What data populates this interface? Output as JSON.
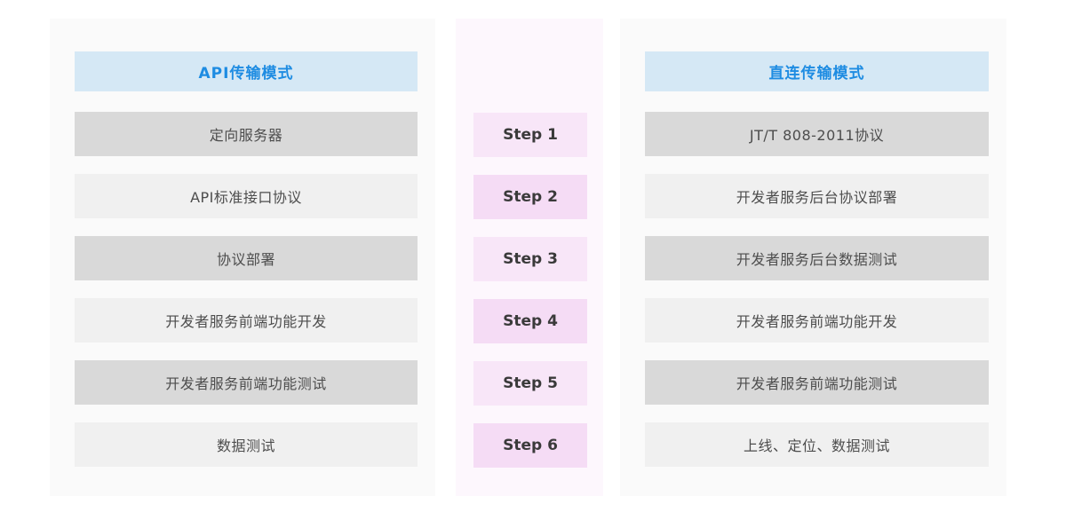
{
  "diagram": {
    "left": {
      "title": "API传输模式",
      "rows": [
        "定向服务器",
        "API标准接口协议",
        "协议部署",
        "开发者服务前端功能开发",
        "开发者服务前端功能测试",
        "数据测试"
      ]
    },
    "steps": {
      "labels": [
        "Step 1",
        "Step 2",
        "Step 3",
        "Step 4",
        "Step 5",
        "Step 6"
      ]
    },
    "right": {
      "title": "直连传输模式",
      "rows": [
        "JT/T 808-2011协议",
        "开发者服务后台协议部署",
        "开发者服务后台数据测试",
        "开发者服务前端功能开发",
        "开发者服务前端功能测试",
        "上线、定位、数据测试"
      ]
    }
  },
  "colors": {
    "page_bg": "#ffffff",
    "panel_bg": "#fafafa",
    "steps_panel_bg": "#fdf7fd",
    "header_bg": "#d5e8f5",
    "header_text": "#1e8ce2",
    "row_dark": "#d9d9d9",
    "row_light": "#f0f0f0",
    "row_text": "#4d4d4d",
    "step_bg_odd": "#f8e6f8",
    "step_bg_even": "#f5dcf5",
    "step_text": "#3a3a3a"
  }
}
